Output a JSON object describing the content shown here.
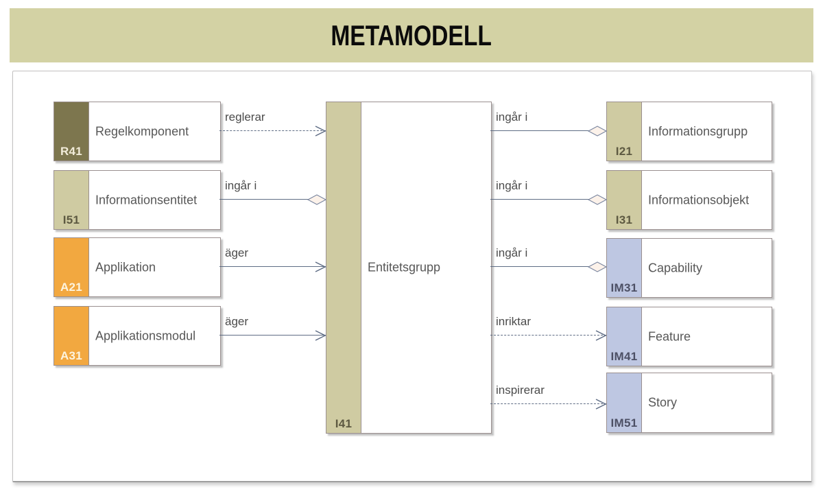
{
  "title": "METAMODELL",
  "diagram": {
    "center": {
      "code": "I41",
      "name": "Entitetsgrupp",
      "stripe": "khaki"
    },
    "left": [
      {
        "code": "R41",
        "name": "Regelkomponent",
        "stripe": "dark-olive"
      },
      {
        "code": "I51",
        "name": "Informationsentitet",
        "stripe": "khaki"
      },
      {
        "code": "A21",
        "name": "Applikation",
        "stripe": "orange"
      },
      {
        "code": "A31",
        "name": "Applikationsmodul",
        "stripe": "orange"
      }
    ],
    "right": [
      {
        "code": "I21",
        "name": "Informationsgrupp",
        "stripe": "khaki"
      },
      {
        "code": "I31",
        "name": "Informationsobjekt",
        "stripe": "khaki"
      },
      {
        "code": "IM31",
        "name": "Capability",
        "stripe": "periwinkle"
      },
      {
        "code": "IM41",
        "name": "Feature",
        "stripe": "periwinkle"
      },
      {
        "code": "IM51",
        "name": "Story",
        "stripe": "periwinkle"
      }
    ],
    "relations_left": [
      {
        "label": "reglerar",
        "line": "dashed",
        "end": "arrow"
      },
      {
        "label": "ingår i",
        "line": "solid",
        "end": "diamond"
      },
      {
        "label": "äger",
        "line": "solid",
        "end": "arrow"
      },
      {
        "label": "äger",
        "line": "solid",
        "end": "arrow"
      }
    ],
    "relations_right": [
      {
        "label": "ingår i",
        "line": "solid",
        "end": "diamond"
      },
      {
        "label": "ingår i",
        "line": "solid",
        "end": "diamond"
      },
      {
        "label": "ingår i",
        "line": "solid",
        "end": "diamond"
      },
      {
        "label": "inriktar",
        "line": "dashed",
        "end": "arrow"
      },
      {
        "label": "inspirerar",
        "line": "dashed",
        "end": "arrow"
      }
    ],
    "colors": {
      "banner": "#d3d2a4",
      "stripe_dark_olive": "#7d764e",
      "stripe_khaki": "#cfcba2",
      "stripe_orange": "#f2a840",
      "stripe_periwinkle": "#bec7e2",
      "connector": "#5e6c84"
    }
  }
}
